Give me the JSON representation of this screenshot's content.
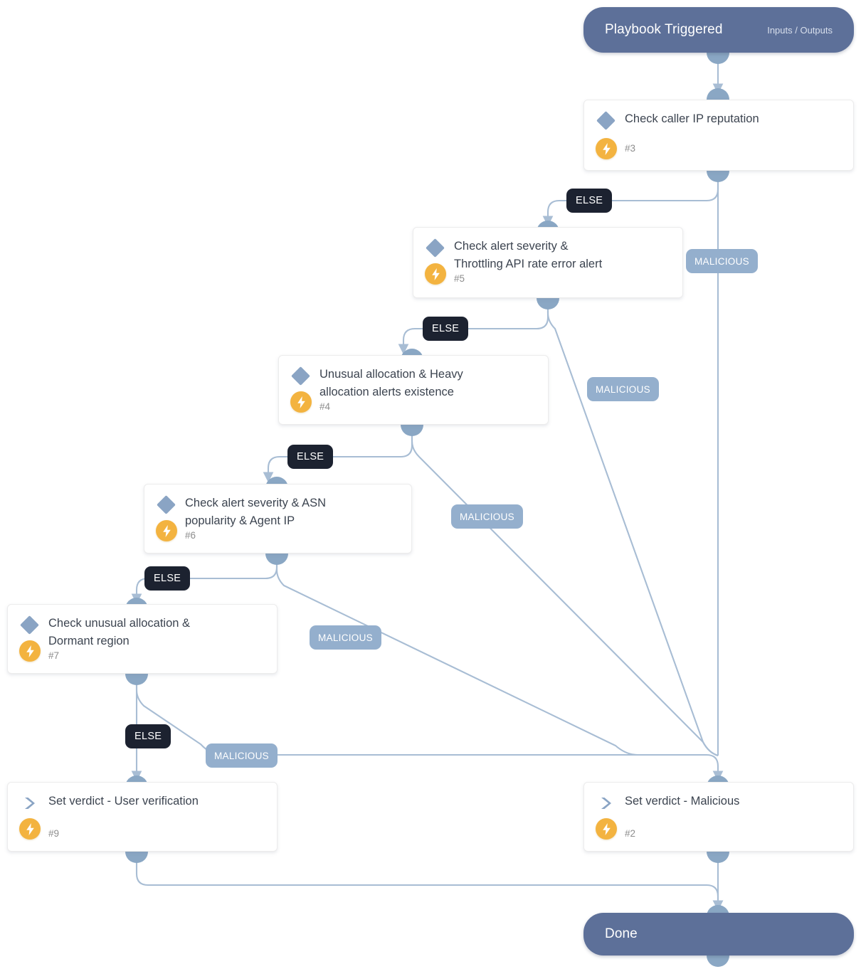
{
  "diagram": {
    "type": "playbook-workflow",
    "title": "Playbook Triggered",
    "colors": {
      "terminal": "#5d7099",
      "edge": "#a8bdd4",
      "badge_else_bg": "#1c2230",
      "badge_malicious_bg": "#94afcd",
      "bolt": "#f3b340",
      "diamond": "#8aa4c4",
      "handle": "#8aa7c4"
    }
  },
  "start": {
    "label": "Playbook Triggered",
    "io_label": "Inputs / Outputs"
  },
  "end": {
    "label": "Done"
  },
  "nodes": [
    {
      "id": "n3",
      "title": "Check caller IP reputation",
      "number": "#3",
      "icon": "condition-diamond-icon"
    },
    {
      "id": "n5",
      "title": "Check alert severity &\nThrottling API rate error alert",
      "number": "#5",
      "icon": "condition-diamond-icon"
    },
    {
      "id": "n4",
      "title": "Unusual allocation & Heavy\nallocation alerts existence",
      "number": "#4",
      "icon": "condition-diamond-icon"
    },
    {
      "id": "n6",
      "title": "Check alert severity & ASN\npopularity & Agent IP",
      "number": "#6",
      "icon": "condition-diamond-icon"
    },
    {
      "id": "n7",
      "title": "Check unusual allocation &\nDormant region",
      "number": "#7",
      "icon": "condition-diamond-icon"
    },
    {
      "id": "n9",
      "title": "Set verdict - User verification",
      "number": "#9",
      "icon": "action-chevron-icon"
    },
    {
      "id": "n2",
      "title": "Set verdict - Malicious",
      "number": "#2",
      "icon": "action-chevron-icon"
    }
  ],
  "edge_labels": {
    "else": "ELSE",
    "malicious": "MALICIOUS"
  },
  "branches": [
    {
      "from": "n3",
      "label": "ELSE",
      "to": "n5"
    },
    {
      "from": "n3",
      "label": "MALICIOUS",
      "to": "n2"
    },
    {
      "from": "n5",
      "label": "ELSE",
      "to": "n4"
    },
    {
      "from": "n5",
      "label": "MALICIOUS",
      "to": "n2"
    },
    {
      "from": "n4",
      "label": "ELSE",
      "to": "n6"
    },
    {
      "from": "n4",
      "label": "MALICIOUS",
      "to": "n2"
    },
    {
      "from": "n6",
      "label": "ELSE",
      "to": "n7"
    },
    {
      "from": "n6",
      "label": "MALICIOUS",
      "to": "n2"
    },
    {
      "from": "n7",
      "label": "ELSE",
      "to": "n9"
    },
    {
      "from": "n7",
      "label": "MALICIOUS",
      "to": "n2"
    },
    {
      "from": "n9",
      "label": "",
      "to": "end"
    },
    {
      "from": "n2",
      "label": "",
      "to": "end"
    }
  ]
}
